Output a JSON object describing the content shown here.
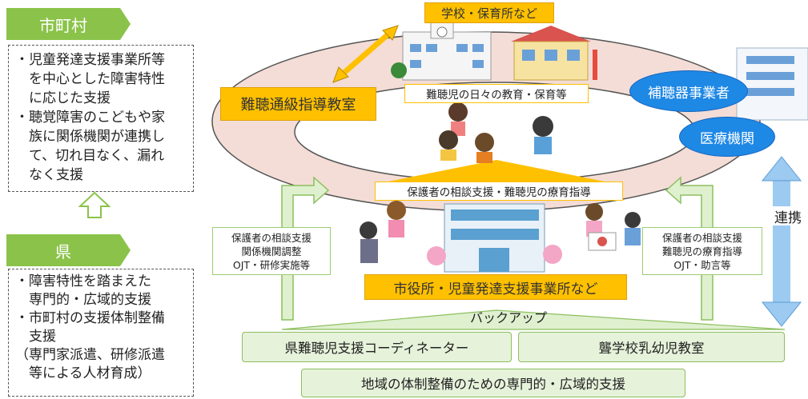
{
  "municipal": {
    "tag": "市町村",
    "lines": [
      "・児童発達支援事業所等",
      "　を中心とした障害特性",
      "　に応じた支援",
      "・聴覚障害のこどもや家",
      "　族に関係機関が連携し",
      "　て、切れ目なく、漏れ",
      "　なく支援"
    ]
  },
  "prefecture": {
    "tag": "県",
    "lines": [
      "・障害特性を踏まえた",
      "　専門的・広域的支援",
      "・市町村の支援体制整備",
      "　支援",
      "（専門家派遣、研修派遣",
      "　等による人材育成）"
    ]
  },
  "school_label": "学校・保育所など",
  "daily_label": "難聴児の日々の教育・保育等",
  "class_label": "難聴通級指導教室",
  "hearing_aid_label": "補聴器事業者",
  "medical_label": "医療機関",
  "guardian_label": "保護者の相談支援・難聴児の療育指導",
  "left_note": [
    "保護者の相談支援",
    "関係機関調整",
    "OJT・研修実施等"
  ],
  "right_note": [
    "保護者の相談支援",
    "難聴児の療育指導",
    "OJT・助言等"
  ],
  "city_label": "市役所・児童発達支援事業所など",
  "renkei_label": "連携",
  "backup_label": "バックアップ",
  "coordinator_label": "県難聴児支援コーディネーター",
  "deaf_school_label": "聾学校乳幼児教室",
  "regional_label": "地域の体制整備のための専門的・広域的支援",
  "colors": {
    "green": "#8bc34a",
    "orange": "#ffc000",
    "blue": "#1e88e5",
    "ring": "#f3ddd6"
  }
}
